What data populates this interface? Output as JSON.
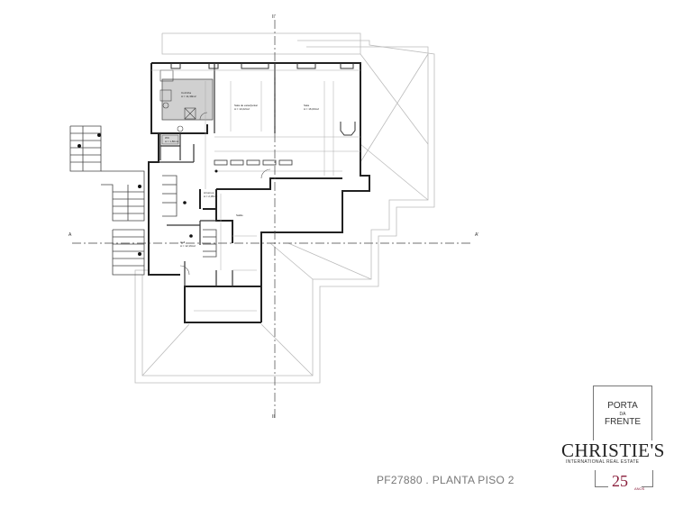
{
  "plan": {
    "section_marks": {
      "top": "II'",
      "bottom": "II",
      "left": "A",
      "right": "A'"
    },
    "room_labels": {
      "cozinha": "Cozinha",
      "cozinha_area": "A = 11,39m2",
      "sala_estar": "Sala de estar/jantar",
      "sala_estar_area": "A = 13,22m2",
      "sala": "Sala",
      "sala_area": "A = 16,00m2",
      "wc": "WC",
      "wc_area": "A = 1,80m2",
      "hall": "Hall",
      "hall_area": "A = 12,16m2",
      "arrumos": "Arrumos",
      "arrumos_area": "A = 2,05m2",
      "salao": "Salão"
    }
  },
  "caption": "PF27880  . PLANTA PISO 2",
  "logo": {
    "line1": "PORTA",
    "line2": "DA",
    "line3": "FRENTE",
    "brand": "CHRISTIE'S",
    "brand_sub": "INTERNATIONAL REAL ESTATE",
    "years": "25",
    "years_sub": "ANOS"
  }
}
